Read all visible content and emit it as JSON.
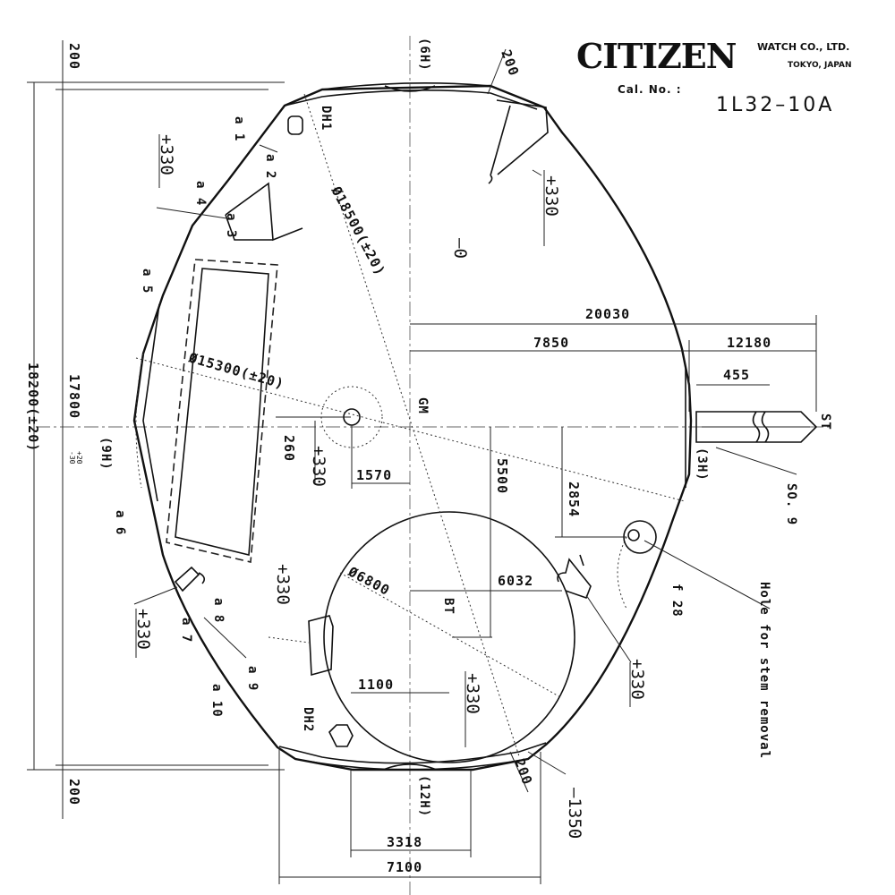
{
  "header": {
    "brand": "CITIZEN",
    "company": "WATCH CO., LTD.",
    "city": "TOKYO, JAPAN",
    "cal_label": "Cal. No. :",
    "cal_number": "1L32–10A"
  },
  "positions": {
    "h12": "(12H)",
    "h3": "(3H)",
    "h6": "(6H)",
    "h9": "(9H)"
  },
  "labels": {
    "dh1": "DH1",
    "dh2": "DH2",
    "gm": "GM",
    "bt": "BT",
    "st": "ST",
    "so9": "SO. 9",
    "f28": "f 28",
    "hole_note": "Hole for stem removal",
    "a1": "a 1",
    "a2": "a 2",
    "a3": "a 3",
    "a4": "a 4",
    "a5": "a 5",
    "a6": "a 6",
    "a7": "a 7",
    "a8": "a 8",
    "a9": "a 9",
    "a10": "a 10"
  },
  "dimensions": {
    "top_offset": "200",
    "bottom_offset": "200",
    "top_right_offset": "200",
    "bottom_right_offset": "200",
    "height_total": "18200(±20)",
    "height_inner": "17800",
    "height_inner_tol_plus": "+20",
    "height_inner_tol_minus": "-30",
    "diameter_main": "Ø18500(±20)",
    "diameter_inner": "Ø15300(±20)",
    "diameter_battery": "Ø6800",
    "stem_total": "20030",
    "stem_from_center": "7850",
    "stem_length": "12180",
    "stem_offset": "455",
    "d260": "260",
    "d1570": "1570",
    "d5500": "5500",
    "d2854": "2854",
    "d6032": "6032",
    "d1100": "1100",
    "d3318": "3318",
    "d7100": "7100",
    "h_plus_330": "+330",
    "h_minus_0": "–0",
    "h_minus_1350": "–1350"
  }
}
